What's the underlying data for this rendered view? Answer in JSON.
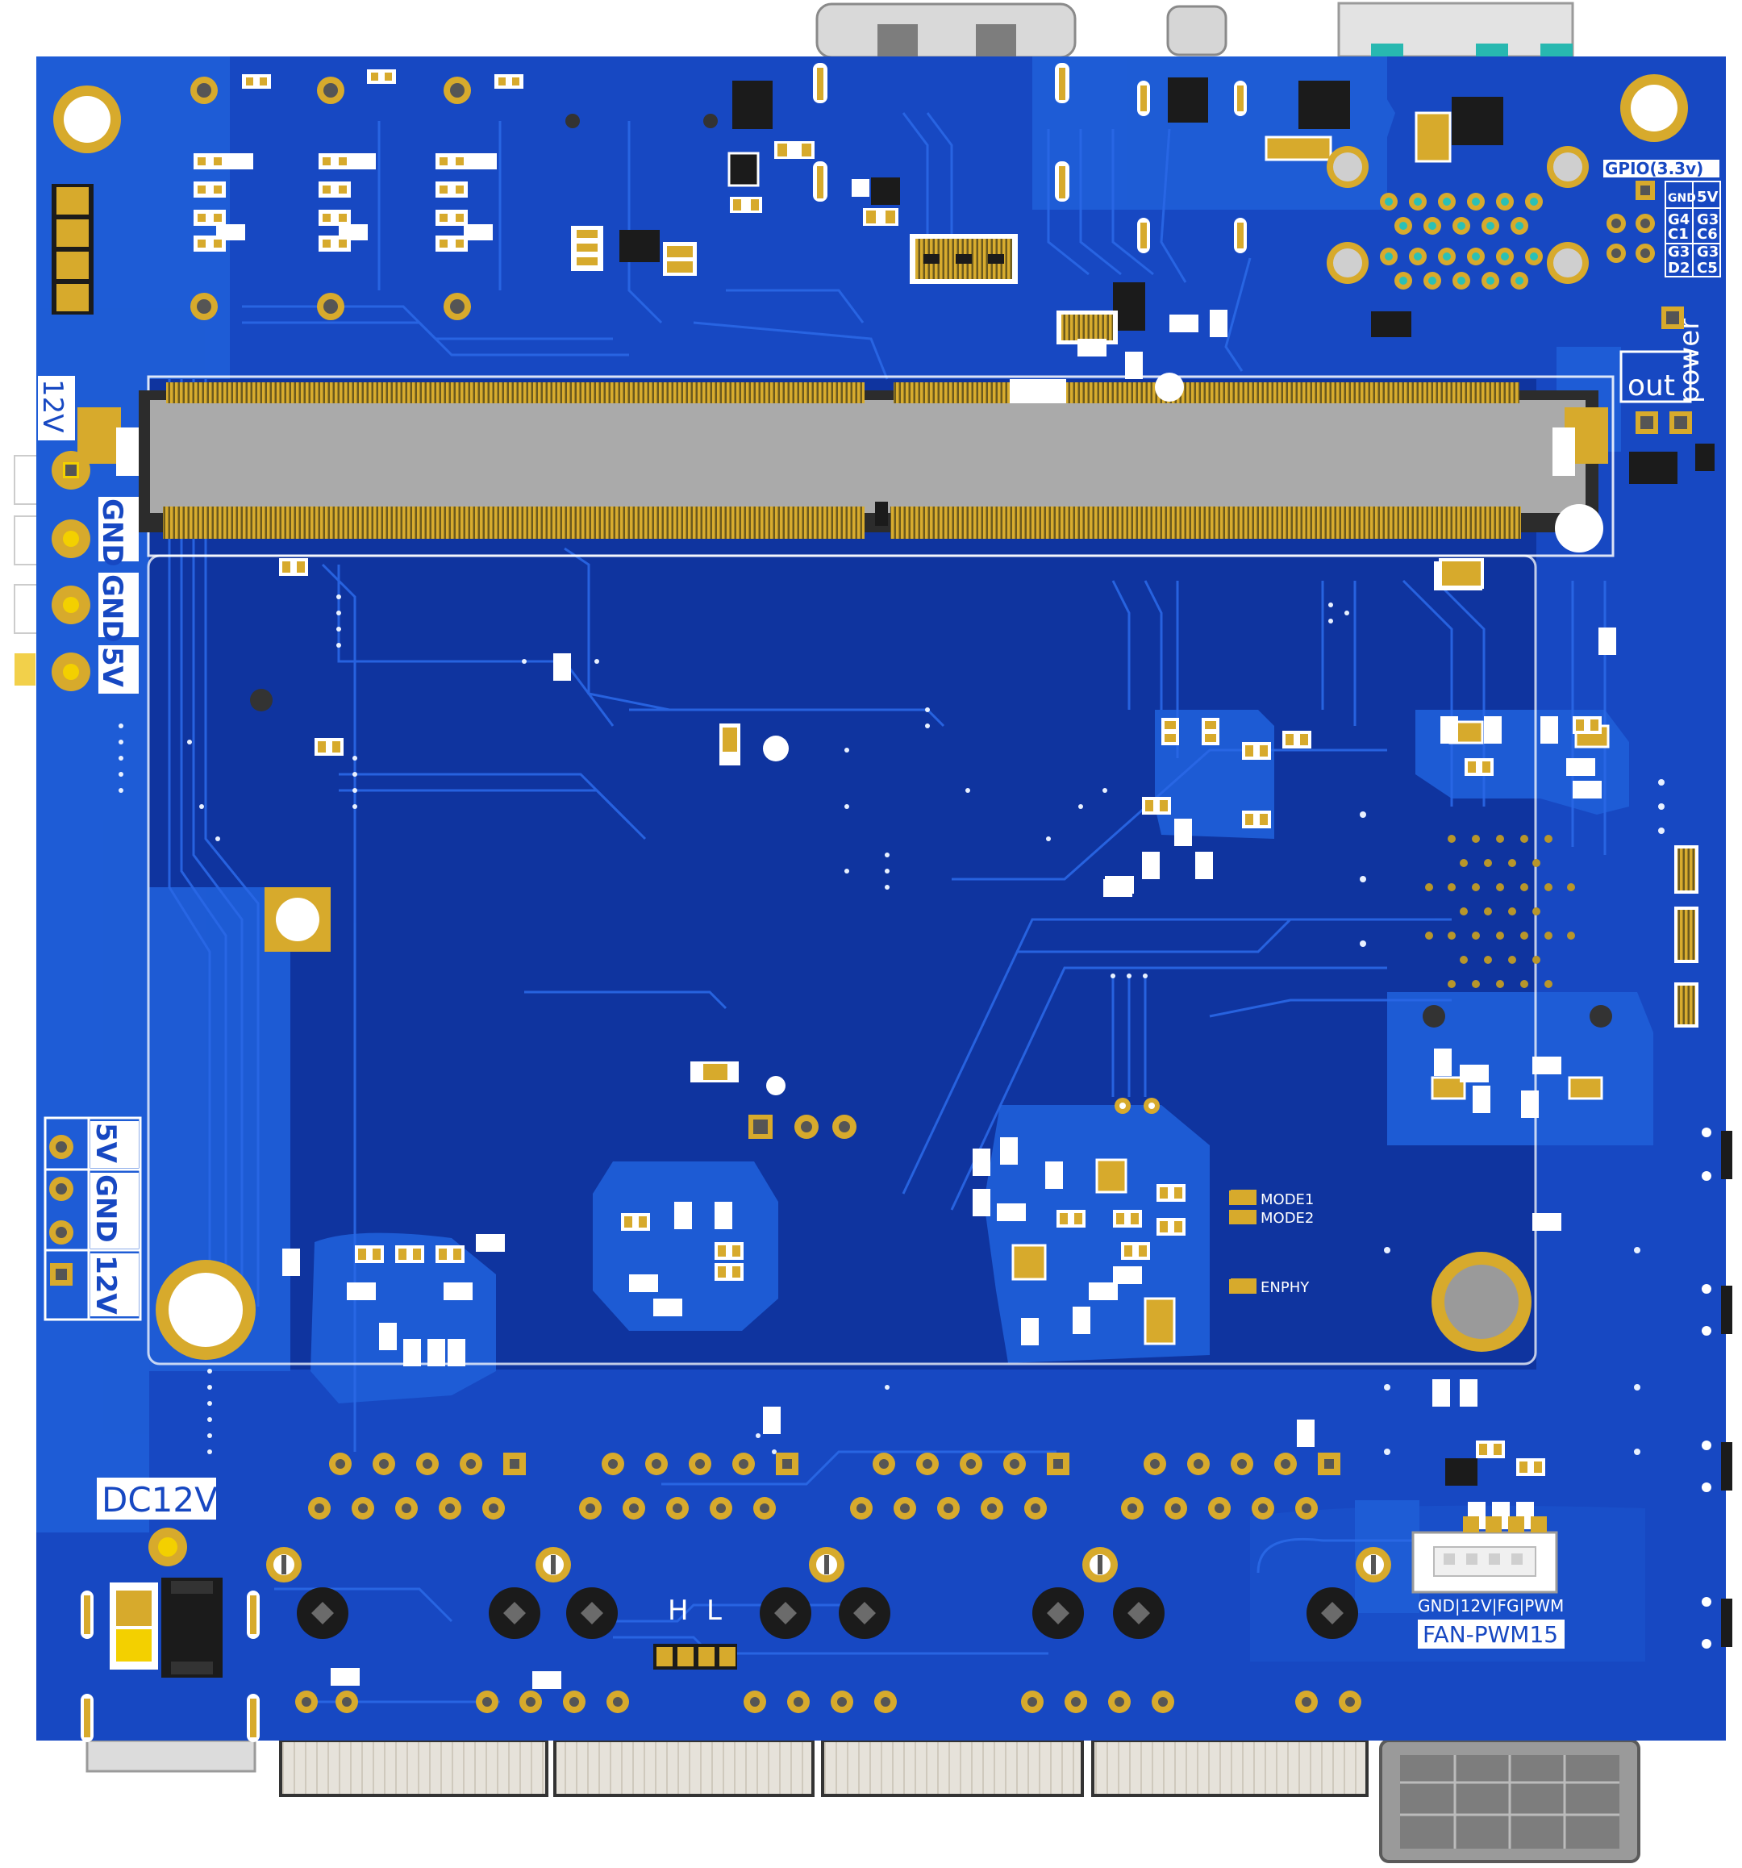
{
  "colors": {
    "board": "#1748c2",
    "board_dark": "#0e2f8f",
    "pour": "#1f61db",
    "trace": "#2b6bea",
    "gold": "#d7aa2c",
    "gold_dark": "#b88d17",
    "silk": "#ffffff",
    "connector_body": "#aaaaaa",
    "metal": "#cfcfcf",
    "black": "#1b1b1b"
  },
  "labels": {
    "gpio_header": "GPIO(3.3v)",
    "gpio_pins": [
      [
        "GND",
        "5V"
      ],
      [
        "G4",
        "G3"
      ],
      [
        "C1",
        "C6"
      ],
      [
        "G3",
        "G3"
      ],
      [
        "D2",
        "C5"
      ]
    ],
    "out": "out",
    "power": "power",
    "v12_top": "12V",
    "gnd_1": "GND",
    "gnd_2": "GND",
    "v5_top": "5V",
    "v5_mid": "5V",
    "gnd_mid": "GND",
    "v12_mid": "12V",
    "dc12v": "DC12V",
    "mode1": "MODE1",
    "mode2": "MODE2",
    "enphy": "ENPHY",
    "h": "H",
    "l": "L",
    "fan_pins": "GND|12V|FG|PWM",
    "fan_title": "FAN-PWM15"
  }
}
